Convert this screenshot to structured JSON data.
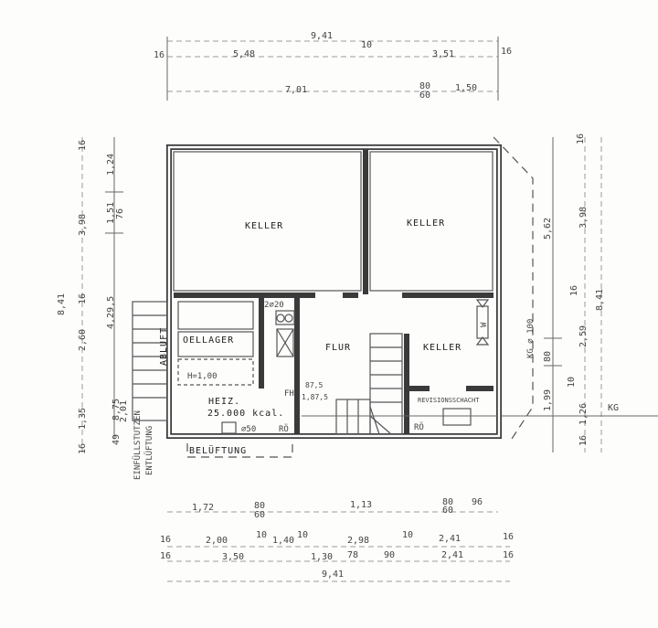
{
  "rooms": {
    "keller_left": "KELLER",
    "keller_right_top": "KELLER",
    "keller_right_bottom": "KELLER",
    "flur": "FLUR",
    "oellager": "OELLAGER",
    "oellager_height": "H=1,00",
    "heiz": "HEIZ.",
    "heiz_power": "25.000 kcal.",
    "abluft": "ABLUFT",
    "einfuellstutzen": "EINFÜLLSTUTZEN",
    "entlueftung": "ENTLÜFTUNG",
    "belueftung": "BELÜFTUNG",
    "revisionsschacht": "REVISIONSSCHACHT",
    "kg": "KG",
    "kg_pipe": "KG ⌀ 100"
  },
  "annotations": {
    "shaft": "2⌀20",
    "pipe_50": "⌀50",
    "ro_left": "RÖ",
    "ro_right": "RÖ",
    "fh": "FH",
    "fh_top": "87,5",
    "fh_bottom": "1,87,5",
    "wm": "W"
  },
  "dimensions": {
    "top": [
      "9,41",
      "5,48",
      "10",
      "3,51",
      "16",
      "16",
      "7,01",
      "80",
      "60",
      "1,50"
    ],
    "left": [
      "16",
      "1,24",
      "1,51",
      "76",
      "3,98",
      "8,41",
      "16",
      "4,29,5",
      "2,60",
      "8,75",
      "2,01",
      "1,35",
      "49",
      "16"
    ],
    "right": [
      "16",
      "5,62",
      "3,98",
      "16",
      "8,41",
      "2,59",
      "80",
      "10",
      "1,99",
      "1,26",
      "16"
    ],
    "bottom": [
      "1,72",
      "80",
      "60",
      "1,13",
      "80",
      "60",
      "96",
      "16",
      "2,00",
      "10",
      "1,40",
      "10",
      "2,98",
      "10",
      "2,41",
      "16",
      "16",
      "3,50",
      "1,30",
      "78",
      "90",
      "2,41",
      "16",
      "9,41"
    ]
  }
}
